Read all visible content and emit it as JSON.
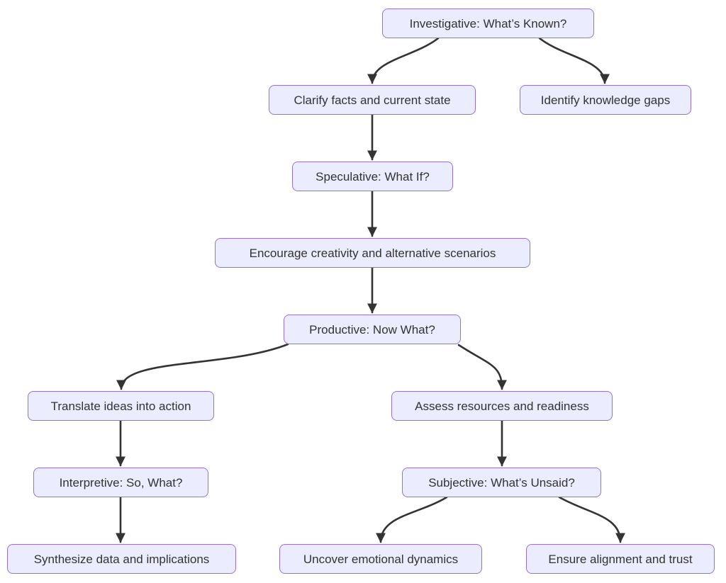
{
  "diagram": {
    "type": "flowchart",
    "direction": "top-down",
    "colors": {
      "background": "#ffffff",
      "node_fill": "#ECECFF",
      "node_border": "#9370DB",
      "node_text": "#333333",
      "edge": "#333333"
    },
    "nodes": [
      {
        "id": "investigative",
        "label": "Investigative: What’s Known?"
      },
      {
        "id": "clarify",
        "label": "Clarify facts and current state"
      },
      {
        "id": "identify",
        "label": "Identify knowledge gaps"
      },
      {
        "id": "speculative",
        "label": "Speculative: What If?"
      },
      {
        "id": "encourage",
        "label": "Encourage creativity and alternative scenarios"
      },
      {
        "id": "productive",
        "label": "Productive: Now What?"
      },
      {
        "id": "translate",
        "label": "Translate ideas into action"
      },
      {
        "id": "assess",
        "label": "Assess resources and readiness"
      },
      {
        "id": "interpretive",
        "label": "Interpretive: So, What?"
      },
      {
        "id": "subjective",
        "label": "Subjective: What’s Unsaid?"
      },
      {
        "id": "synthesize",
        "label": "Synthesize data and implications"
      },
      {
        "id": "uncover",
        "label": "Uncover emotional dynamics"
      },
      {
        "id": "ensure",
        "label": "Ensure alignment and trust"
      }
    ],
    "edges": [
      {
        "from": "investigative",
        "to": "clarify"
      },
      {
        "from": "investigative",
        "to": "identify"
      },
      {
        "from": "clarify",
        "to": "speculative"
      },
      {
        "from": "speculative",
        "to": "encourage"
      },
      {
        "from": "encourage",
        "to": "productive"
      },
      {
        "from": "productive",
        "to": "translate"
      },
      {
        "from": "productive",
        "to": "assess"
      },
      {
        "from": "translate",
        "to": "interpretive"
      },
      {
        "from": "interpretive",
        "to": "synthesize"
      },
      {
        "from": "assess",
        "to": "subjective"
      },
      {
        "from": "subjective",
        "to": "uncover"
      },
      {
        "from": "subjective",
        "to": "ensure"
      }
    ]
  }
}
